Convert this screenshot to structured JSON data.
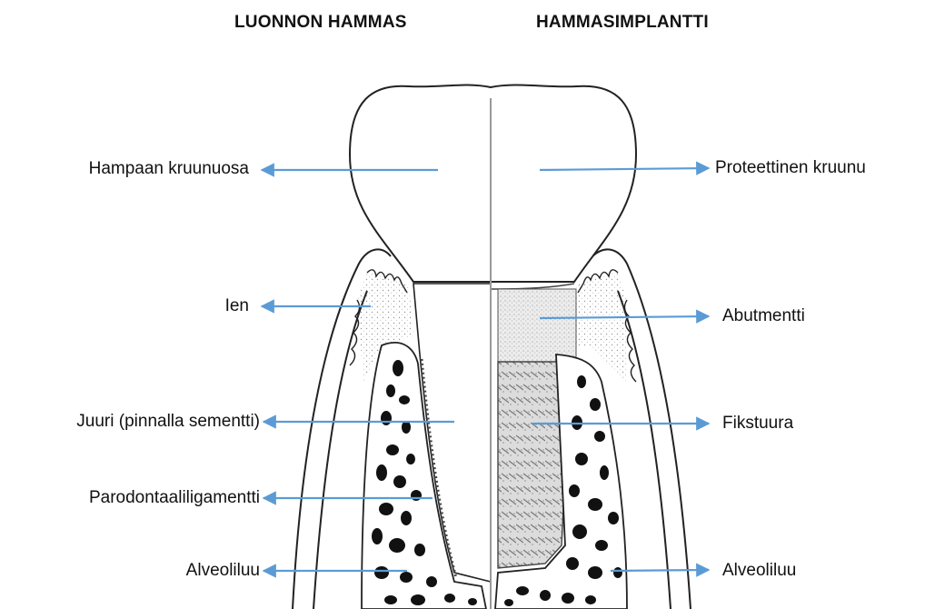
{
  "headings": {
    "natural": "LUONNON HAMMAS",
    "implant": "HAMMASIMPLANTTI"
  },
  "labels": {
    "left": [
      {
        "id": "crown",
        "text": "Hampaan kruunuosa"
      },
      {
        "id": "gum",
        "text": "Ien"
      },
      {
        "id": "root",
        "text": "Juuri (pinnalla sementti)"
      },
      {
        "id": "ligament",
        "text": "Parodontaaliligamentti"
      },
      {
        "id": "bone",
        "text": "Alveoliluu"
      }
    ],
    "right": [
      {
        "id": "crown",
        "text": "Proteettinen kruunu"
      },
      {
        "id": "abutment",
        "text": "Abutmentti"
      },
      {
        "id": "fixture",
        "text": "Fikstuura"
      },
      {
        "id": "bone",
        "text": "Alveoliluu"
      }
    ]
  },
  "colors": {
    "arrow": "#5b9bd5",
    "line": "#222222",
    "bone_spot": "#111111"
  }
}
